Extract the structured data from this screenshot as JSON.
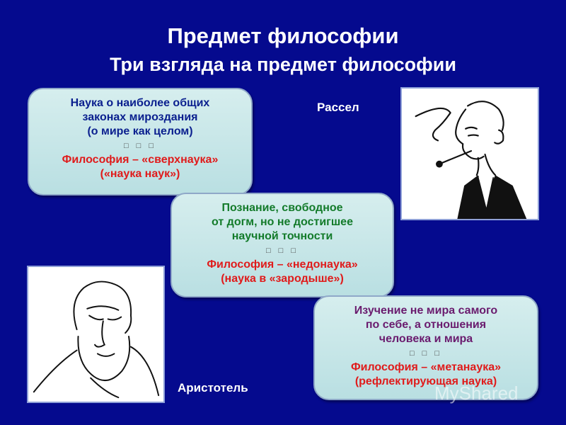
{
  "slide": {
    "title": "Предмет философии",
    "subtitle": "Три взгляда на предмет философии",
    "background_color": "#050a8e"
  },
  "views": [
    {
      "lines": [
        "Наука о наиболее общих",
        "законах мироздания",
        "(о мире как целом)"
      ],
      "separator": "□ □ □",
      "conclusion": [
        "Философия – «сверхнаука»",
        "(«наука наук»)"
      ],
      "text_color": "#0a1f8e",
      "conclusion_color": "#e01b1b"
    },
    {
      "lines": [
        "Познание, свободное",
        "от догм, но не достигшее",
        "научной точности"
      ],
      "separator": "□ □ □",
      "conclusion": [
        "Философия – «недонаука»",
        "(наука в «зародыше»)"
      ],
      "text_color": "#137b2a",
      "conclusion_color": "#e01b1b"
    },
    {
      "lines": [
        "Изучение не мира самого",
        "по себе, а отношения",
        "человека и мира"
      ],
      "separator": "□ □ □",
      "conclusion": [
        "Философия – «метанаука»",
        "(рефлектирующая наука)"
      ],
      "text_color": "#6a1b6e",
      "conclusion_color": "#e01b1b"
    }
  ],
  "philosophers": {
    "russell": {
      "name": "Рассел",
      "image": "russell-caricature"
    },
    "aristotle": {
      "name": "Аристотель",
      "image": "aristotle-sketch"
    }
  },
  "watermark": "MyShared"
}
